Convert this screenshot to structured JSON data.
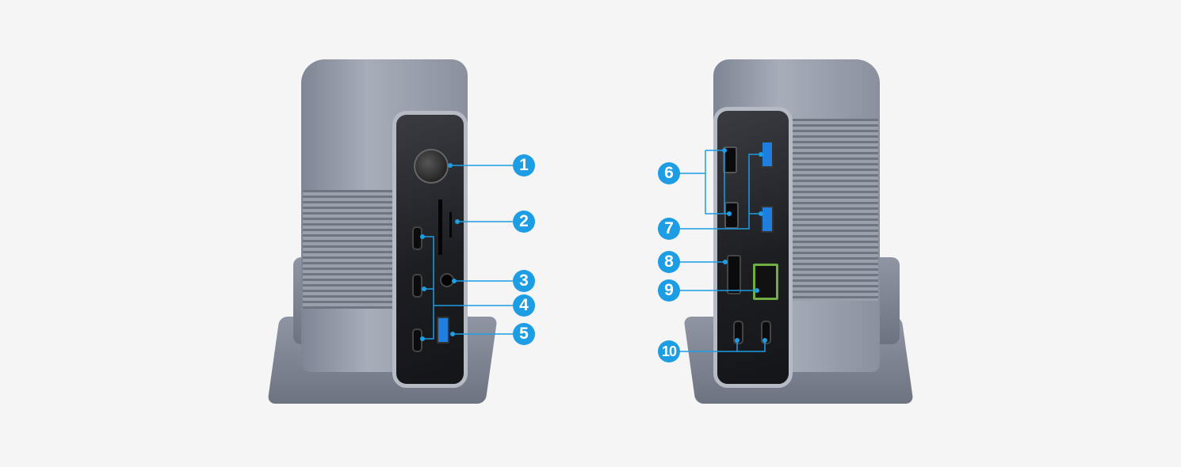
{
  "callouts": {
    "front": [
      "1",
      "2",
      "3",
      "4",
      "5"
    ],
    "back": [
      "6",
      "7",
      "8",
      "9",
      "10"
    ]
  },
  "colors": {
    "accent": "#1d9de3",
    "background": "#f5f5f5"
  }
}
